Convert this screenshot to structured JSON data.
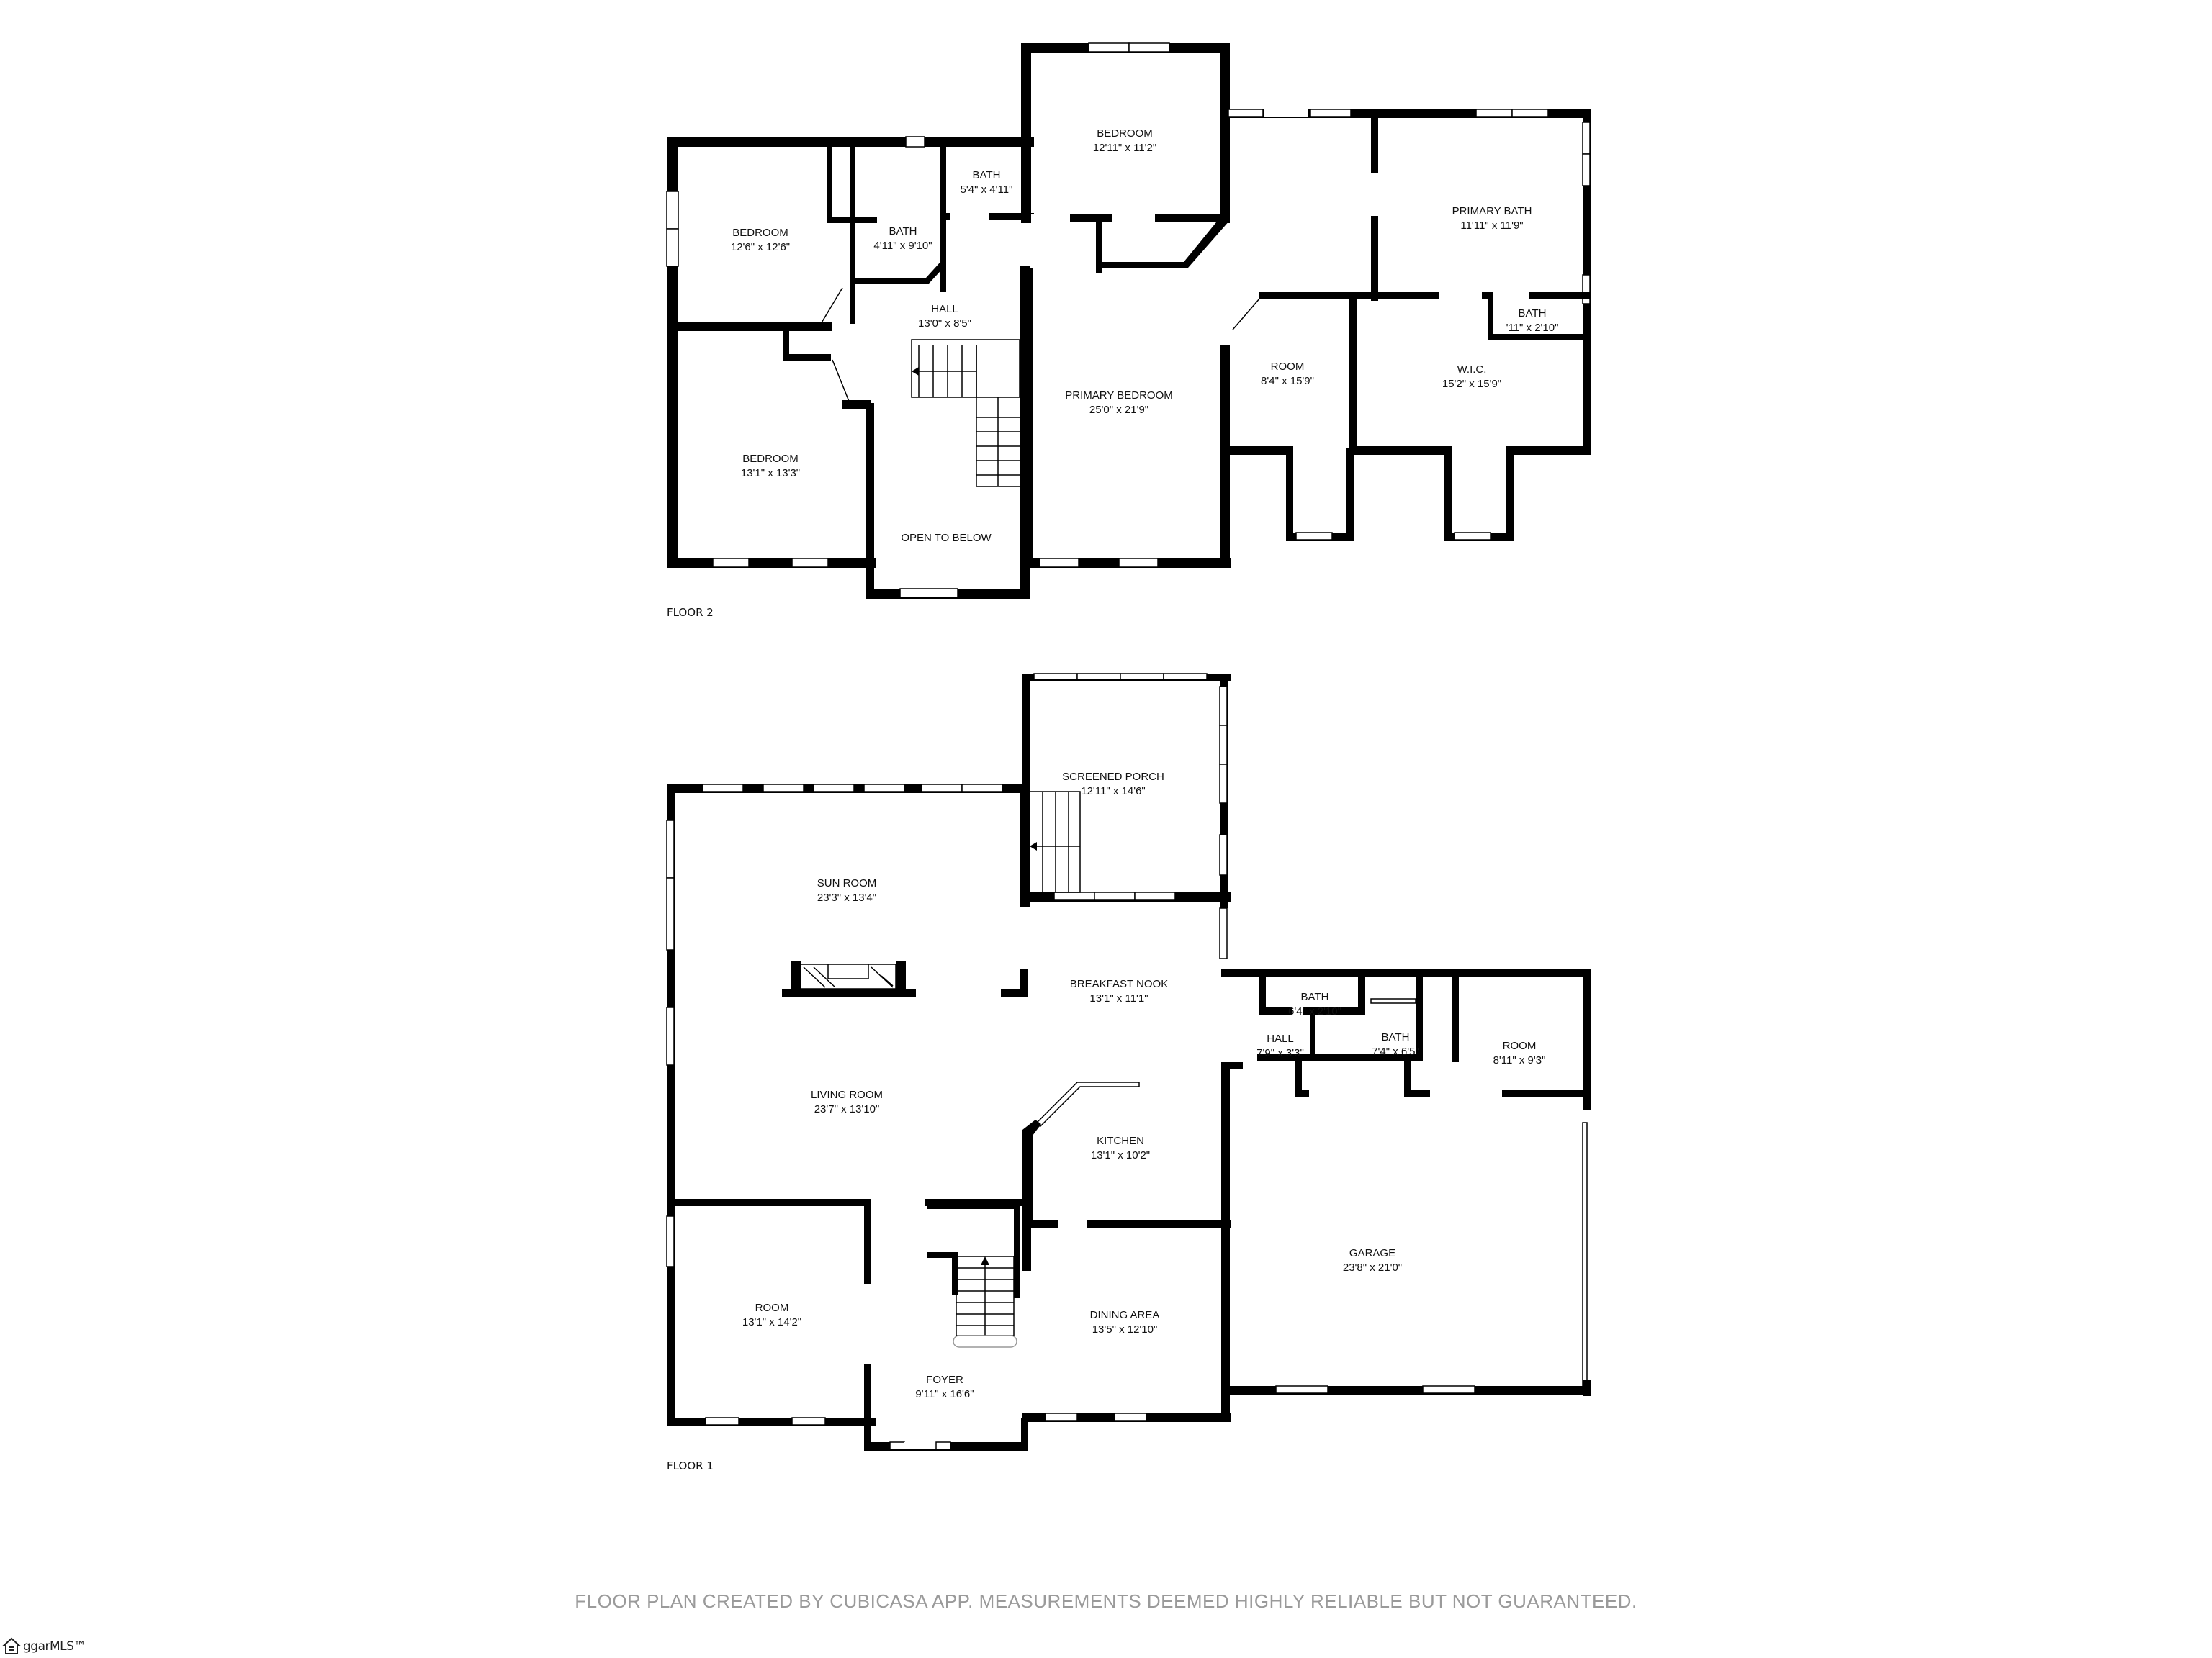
{
  "floors": [
    {
      "label": "FLOOR 2",
      "rooms": [
        {
          "name": "BEDROOM",
          "dims": "12'6\" x 12'6\""
        },
        {
          "name": "BATH",
          "dims": "5'4\" x 4'11\""
        },
        {
          "name": "BATH",
          "dims": "4'11\" x 9'10\""
        },
        {
          "name": "BEDROOM",
          "dims": "12'11\" x 11'2\""
        },
        {
          "name": "PRIMARY BATH",
          "dims": "11'11\" x 11'9\""
        },
        {
          "name": "HALL",
          "dims": "13'0\" x 8'5\""
        },
        {
          "name": "BATH",
          "dims": "'11\" x 2'10\""
        },
        {
          "name": "ROOM",
          "dims": "8'4\" x 15'9\""
        },
        {
          "name": "W.I.C.",
          "dims": "15'2\" x 15'9\""
        },
        {
          "name": "PRIMARY BEDROOM",
          "dims": "25'0\" x 21'9\""
        },
        {
          "name": "BEDROOM",
          "dims": "13'1\" x 13'3\""
        },
        {
          "name": "OPEN TO BELOW",
          "dims": ""
        }
      ]
    },
    {
      "label": "FLOOR 1",
      "rooms": [
        {
          "name": "SCREENED PORCH",
          "dims": "12'11\" x 14'6\""
        },
        {
          "name": "SUN ROOM",
          "dims": "23'3\" x 13'4\""
        },
        {
          "name": "BREAKFAST NOOK",
          "dims": "13'1\" x 11'1\""
        },
        {
          "name": "BATH",
          "dims": "6'4\" x 2'10\""
        },
        {
          "name": "HALL",
          "dims": "7'9\" x 3'3\""
        },
        {
          "name": "BATH",
          "dims": "7'4\" x 6'5\""
        },
        {
          "name": "ROOM",
          "dims": "8'11\" x 9'3\""
        },
        {
          "name": "LIVING ROOM",
          "dims": "23'7\" x 13'10\""
        },
        {
          "name": "KITCHEN",
          "dims": "13'1\" x 10'2\""
        },
        {
          "name": "GARAGE",
          "dims": "23'8\" x 21'0\""
        },
        {
          "name": "ROOM",
          "dims": "13'1\" x 14'2\""
        },
        {
          "name": "DINING AREA",
          "dims": "13'5\" x 12'10\""
        },
        {
          "name": "FOYER",
          "dims": "9'11\" x 16'6\""
        }
      ]
    }
  ],
  "footer": {
    "disclaimer": "FLOOR PLAN CREATED BY CUBICASA APP. MEASUREMENTS DEEMED HIGHLY RELIABLE BUT NOT GUARANTEED."
  },
  "watermark": {
    "icon": "house-icon",
    "text": "ggarMLS™"
  },
  "colors": {
    "wall": "#000000",
    "background": "#ffffff",
    "footer_text": "#9a9a9a"
  }
}
